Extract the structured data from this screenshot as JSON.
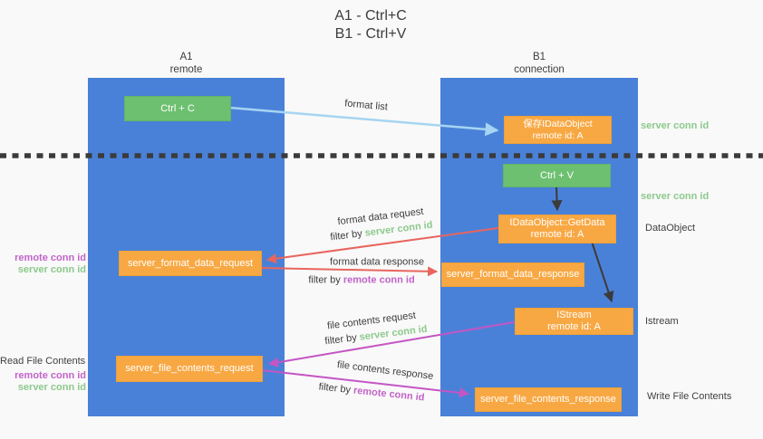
{
  "title": {
    "line1": "A1 - Ctrl+C",
    "line2": "B1 - Ctrl+V"
  },
  "columns": {
    "a1": {
      "name": "A1",
      "subtitle": "remote"
    },
    "b1": {
      "name": "B1",
      "subtitle": "connection"
    }
  },
  "nodes": {
    "ctrl_c": {
      "label": "Ctrl + C"
    },
    "ctrl_v": {
      "label": "Ctrl + V"
    },
    "save_idataobject": {
      "line1": "保存IDataObject",
      "line2": "remote id: A"
    },
    "idataobject_getdata": {
      "line1": "IDataObject::GetData",
      "line2": "remote id: A"
    },
    "istream": {
      "line1": "IStream",
      "line2": "remote id: A"
    },
    "server_format_data_request": {
      "label": "server_format_data_request"
    },
    "server_format_data_response": {
      "label": "server_format_data_response"
    },
    "server_file_contents_request": {
      "label": "server_file_contents_request"
    },
    "server_file_contents_response": {
      "label": "server_file_contents_response"
    }
  },
  "labels": {
    "format_list": "format list",
    "format_data_request": "format data request",
    "format_data_response": "format data response",
    "file_contents_request": "file contents request",
    "file_contents_response": "file contents response",
    "filter_by": "filter by",
    "server_conn_id": "server conn id",
    "remote_conn_id": "remote conn id",
    "dataobject": "DataObject",
    "istream": "Istream",
    "read_file_contents": "Read File Contents",
    "write_file_contents": "Write File Contents"
  },
  "colors": {
    "lifeline_blue": "#4a81d8",
    "action_green": "#6ec071",
    "object_orange": "#f8a843",
    "arrow_light_blue": "#a5d5f2",
    "arrow_red": "#e8655e",
    "arrow_magenta": "#c455c4",
    "arrow_black": "#3b3b3b",
    "text_green": "#8cc98c",
    "text_purple": "#c263c8",
    "text_gray": "#3f3f3f",
    "background": "#f9f9f9"
  }
}
